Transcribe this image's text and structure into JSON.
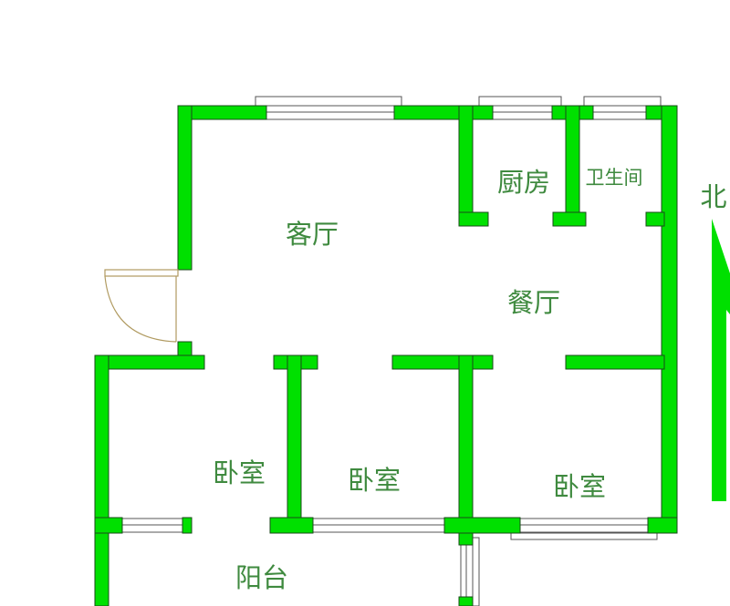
{
  "rooms": {
    "living": "客厅",
    "kitchen": "厨房",
    "bathroom": "卫生间",
    "dining": "餐厅",
    "bedroom_left": "卧室",
    "bedroom_middle": "卧室",
    "bedroom_right": "卧室",
    "balcony": "阳台"
  },
  "compass": {
    "north": "北"
  },
  "colors": {
    "wall": "#00e000",
    "text": "#3f8a3f",
    "door": "#b09a60"
  }
}
